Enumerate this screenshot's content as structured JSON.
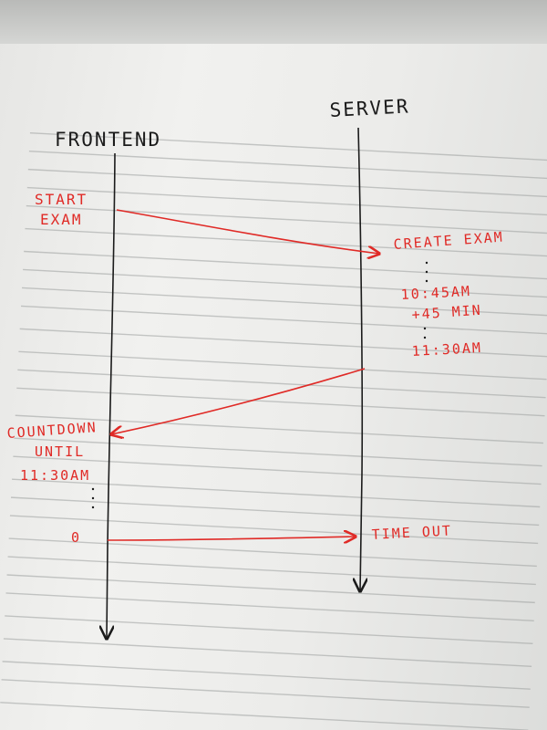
{
  "diagram": {
    "lanes": {
      "frontend": "FRONTEND",
      "server": "SERVER"
    },
    "events": {
      "start_exam": [
        "START",
        "EXAM"
      ],
      "create_exam": "CREATE EXAM",
      "start_time": "10:45AM",
      "duration": "+45 MIN",
      "end_time": "11:30AM",
      "countdown": [
        "COUNTDOWN",
        "UNTIL",
        "11:30AM"
      ],
      "zero": "0",
      "time_out": "TIME OUT"
    },
    "colors": {
      "ink_black": "#1b1b1b",
      "ink_red": "#e02a26",
      "paper": "#ececea"
    }
  }
}
